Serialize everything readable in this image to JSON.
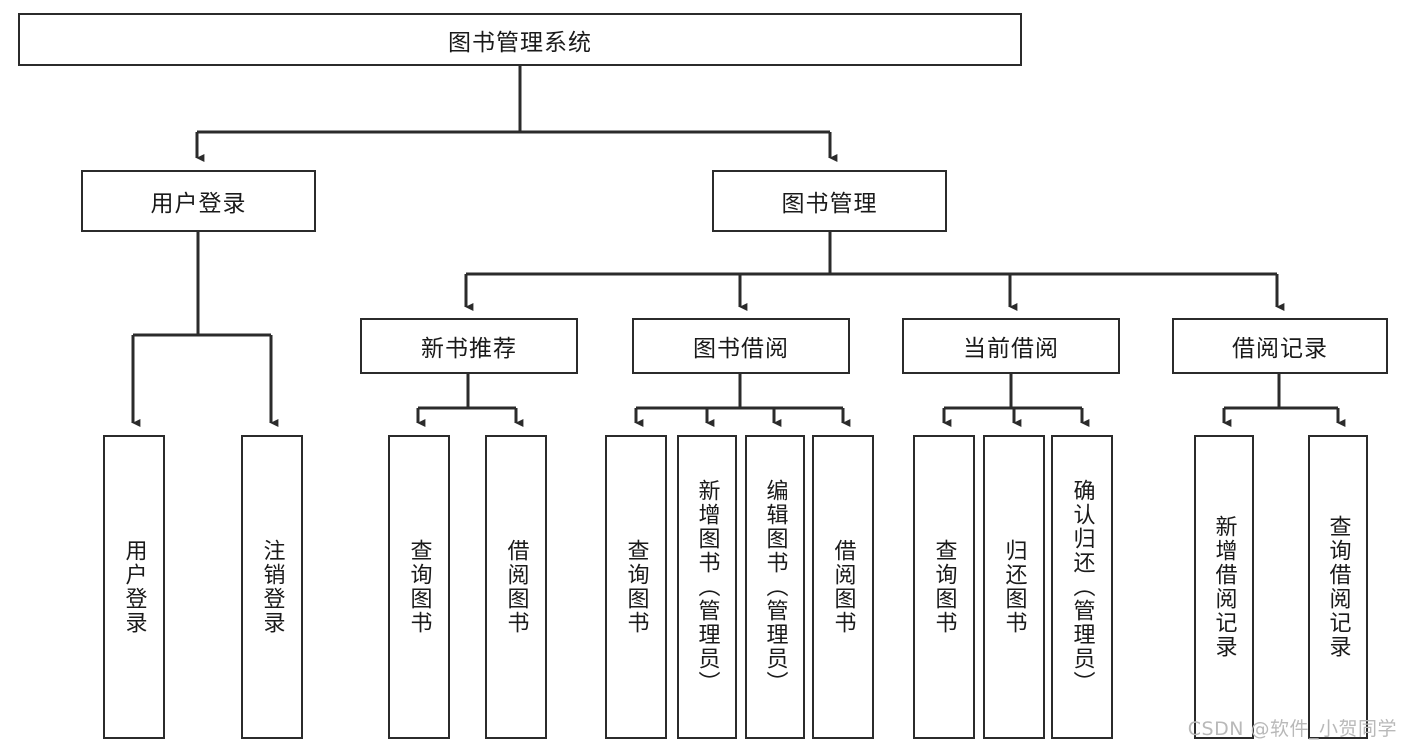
{
  "diagram": {
    "title": "图书管理系统",
    "type": "tree",
    "orientation": "top-down",
    "colors": {
      "box_border": "#2b2b2b",
      "box_fill": "#ffffff",
      "connector": "#2b2b2b",
      "text": "#1a1a1a",
      "watermark": "#b9b9b9"
    },
    "root": {
      "label": "图书管理系统",
      "children": [
        {
          "label": "用户登录",
          "children": [
            {
              "label": "用户登录"
            },
            {
              "label": "注销登录"
            }
          ]
        },
        {
          "label": "图书管理",
          "children": [
            {
              "label": "新书推荐",
              "children": [
                {
                  "label": "查询图书"
                },
                {
                  "label": "借阅图书"
                }
              ]
            },
            {
              "label": "图书借阅",
              "children": [
                {
                  "label": "查询图书"
                },
                {
                  "label": "新增图书（管理员）"
                },
                {
                  "label": "编辑图书（管理员）"
                },
                {
                  "label": "借阅图书"
                }
              ]
            },
            {
              "label": "当前借阅",
              "children": [
                {
                  "label": "查询图书"
                },
                {
                  "label": "归还图书"
                },
                {
                  "label": "确认归还（管理员）"
                }
              ]
            },
            {
              "label": "借阅记录",
              "children": [
                {
                  "label": "新增借阅记录"
                },
                {
                  "label": "查询借阅记录"
                }
              ]
            }
          ]
        }
      ]
    }
  },
  "nodes": {
    "root_title": "图书管理系统",
    "l1_user_login": "用户登录",
    "l1_book_mgmt": "图书管理",
    "l2_new_book_rec": "新书推荐",
    "l2_book_borrow": "图书借阅",
    "l2_current_borrow": "当前借阅",
    "l2_borrow_record": "借阅记录",
    "leaf_user_login": "用户登录",
    "leaf_user_logout": "注销登录",
    "leaf_rec_query_book": "查询图书",
    "leaf_rec_borrow_book": "借阅图书",
    "leaf_borrow_query_book": "查询图书",
    "leaf_borrow_add_book": "新增图书（管理员）",
    "leaf_borrow_edit_book": "编辑图书（管理员）",
    "leaf_borrow_borrow_book": "借阅图书",
    "leaf_cur_query_book": "查询图书",
    "leaf_cur_return_book": "归还图书",
    "leaf_cur_confirm_return": "确认归还（管理员）",
    "leaf_rec_add_record": "新增借阅记录",
    "leaf_rec_query_record": "查询借阅记录"
  },
  "watermark": {
    "text": "CSDN @软件_小贺同学"
  }
}
